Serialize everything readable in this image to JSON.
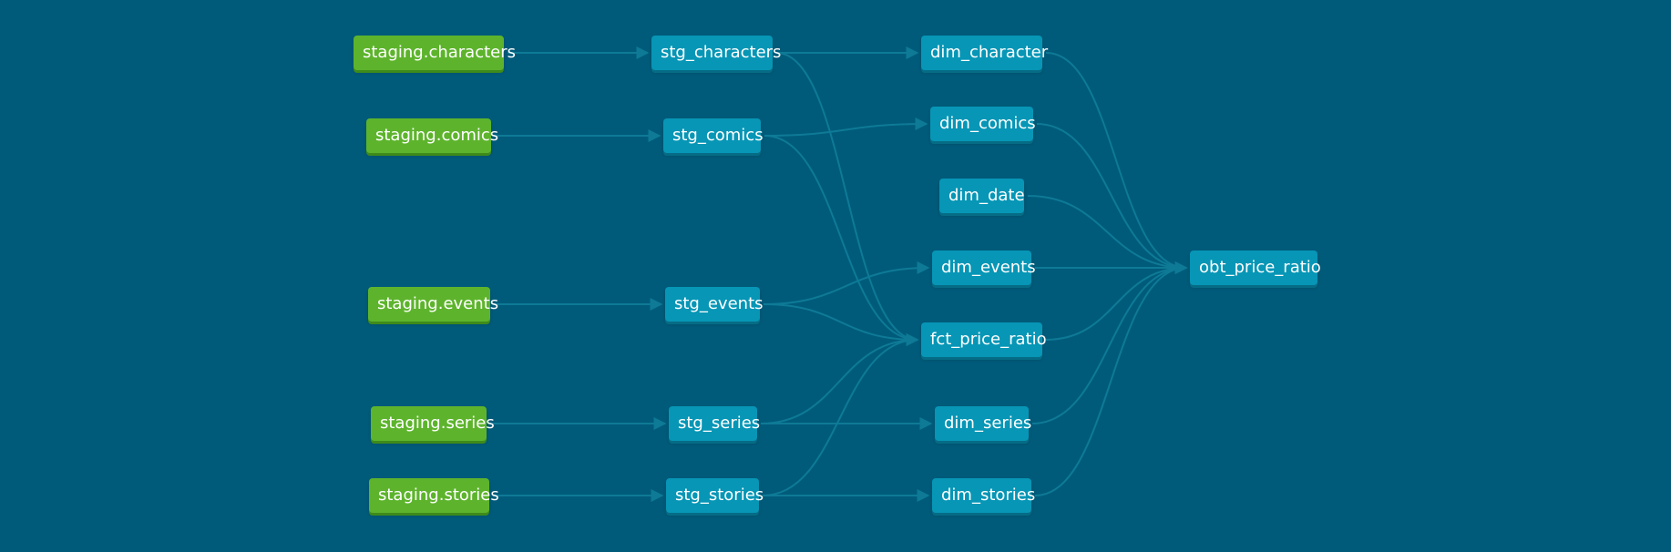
{
  "colors": {
    "background": "#005b7a",
    "source_node": "#5db42c",
    "model_node": "#0796b6",
    "edge": "#0e7a96"
  },
  "nodes": {
    "staging_characters": "staging.characters",
    "staging_comics": "staging.comics",
    "staging_events": "staging.events",
    "staging_series": "staging.series",
    "staging_stories": "staging.stories",
    "stg_characters": "stg_characters",
    "stg_comics": "stg_comics",
    "stg_events": "stg_events",
    "stg_series": "stg_series",
    "stg_stories": "stg_stories",
    "dim_character": "dim_character",
    "dim_comics": "dim_comics",
    "dim_date": "dim_date",
    "dim_events": "dim_events",
    "fct_price_ratio": "fct_price_ratio",
    "dim_series": "dim_series",
    "dim_stories": "dim_stories",
    "obt_price_ratio": "obt_price_ratio"
  },
  "edges": [
    [
      "staging_characters",
      "stg_characters"
    ],
    [
      "staging_comics",
      "stg_comics"
    ],
    [
      "staging_events",
      "stg_events"
    ],
    [
      "staging_series",
      "stg_series"
    ],
    [
      "staging_stories",
      "stg_stories"
    ],
    [
      "stg_characters",
      "dim_character"
    ],
    [
      "stg_characters",
      "fct_price_ratio"
    ],
    [
      "stg_comics",
      "dim_comics"
    ],
    [
      "stg_comics",
      "fct_price_ratio"
    ],
    [
      "stg_events",
      "dim_events"
    ],
    [
      "stg_events",
      "fct_price_ratio"
    ],
    [
      "stg_series",
      "dim_series"
    ],
    [
      "stg_series",
      "fct_price_ratio"
    ],
    [
      "stg_stories",
      "dim_stories"
    ],
    [
      "stg_stories",
      "fct_price_ratio"
    ],
    [
      "dim_character",
      "obt_price_ratio"
    ],
    [
      "dim_comics",
      "obt_price_ratio"
    ],
    [
      "dim_date",
      "obt_price_ratio"
    ],
    [
      "dim_events",
      "obt_price_ratio"
    ],
    [
      "fct_price_ratio",
      "obt_price_ratio"
    ],
    [
      "dim_series",
      "obt_price_ratio"
    ],
    [
      "dim_stories",
      "obt_price_ratio"
    ]
  ]
}
